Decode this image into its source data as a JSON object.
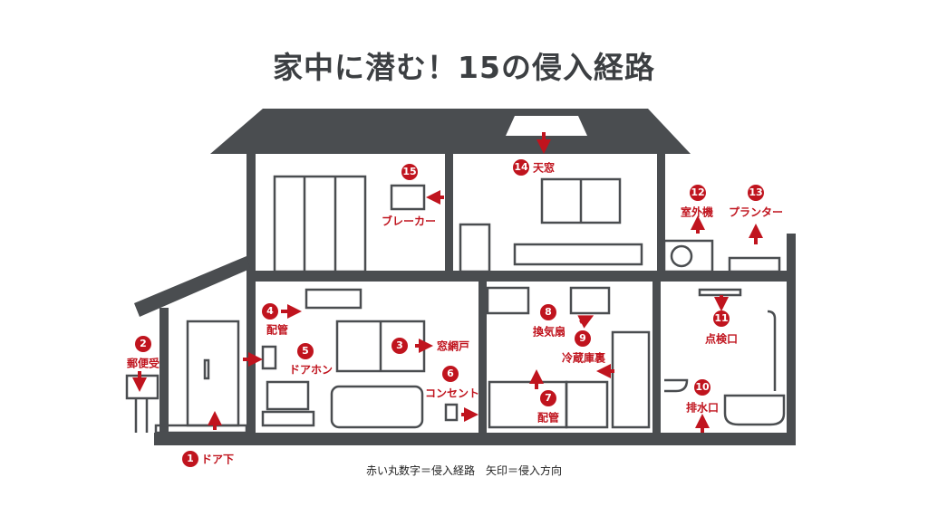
{
  "title": "家中に潜む！15の侵入経路",
  "routes": [
    {
      "number": "1",
      "label": "ドア下"
    },
    {
      "number": "2",
      "label": "郵便受"
    },
    {
      "number": "3",
      "label": "窓網戸"
    },
    {
      "number": "4",
      "label": "配管"
    },
    {
      "number": "5",
      "label": "ドアホン"
    },
    {
      "number": "6",
      "label": "コンセント"
    },
    {
      "number": "7",
      "label": "配管"
    },
    {
      "number": "8",
      "label": "換気扇"
    },
    {
      "number": "9",
      "label": "冷蔵庫裏"
    },
    {
      "number": "10",
      "label": "排水口"
    },
    {
      "number": "11",
      "label": "点検口"
    },
    {
      "number": "12",
      "label": "室外機"
    },
    {
      "number": "13",
      "label": "プランター"
    },
    {
      "number": "14",
      "label": "天窓"
    },
    {
      "number": "15",
      "label": "ブレーカー"
    }
  ],
  "legend": "赤い丸数字＝侵入経路　矢印＝侵入方向",
  "colors": {
    "structure": "#4a4d50",
    "accent": "#c0141e"
  }
}
